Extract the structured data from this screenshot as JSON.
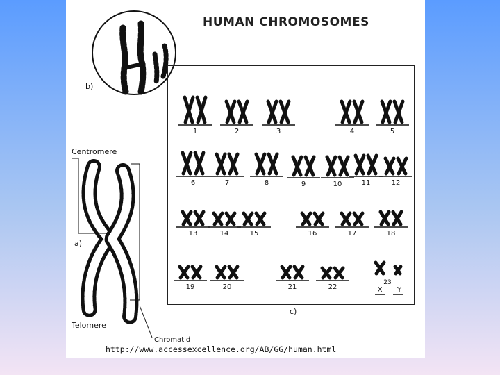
{
  "title": "HUMAN CHROMOSOMES",
  "labels": {
    "a": "a)",
    "b": "b)",
    "c": "c)",
    "centromere": "Centromere",
    "telomere": "Telomere",
    "chromatid": "Chromatid"
  },
  "source": "http://www.accessexcellence.org/AB/GG/human.html",
  "karyotype": [
    {
      "label": "1"
    },
    {
      "label": "2"
    },
    {
      "label": "3"
    },
    {
      "label": "4"
    },
    {
      "label": "5"
    },
    {
      "label": "6"
    },
    {
      "label": "7"
    },
    {
      "label": "8"
    },
    {
      "label": "9"
    },
    {
      "label": "10"
    },
    {
      "label": "11"
    },
    {
      "label": "12"
    },
    {
      "label": "13"
    },
    {
      "label": "14"
    },
    {
      "label": "15"
    },
    {
      "label": "16"
    },
    {
      "label": "17"
    },
    {
      "label": "18"
    },
    {
      "label": "19"
    },
    {
      "label": "20"
    },
    {
      "label": "21"
    },
    {
      "label": "22"
    },
    {
      "label": "X"
    },
    {
      "label": "23"
    },
    {
      "label": "Y"
    }
  ],
  "colors": {
    "background_top": "#5b9cff",
    "background_bottom": "#f3e4f4",
    "ink": "#111111"
  }
}
